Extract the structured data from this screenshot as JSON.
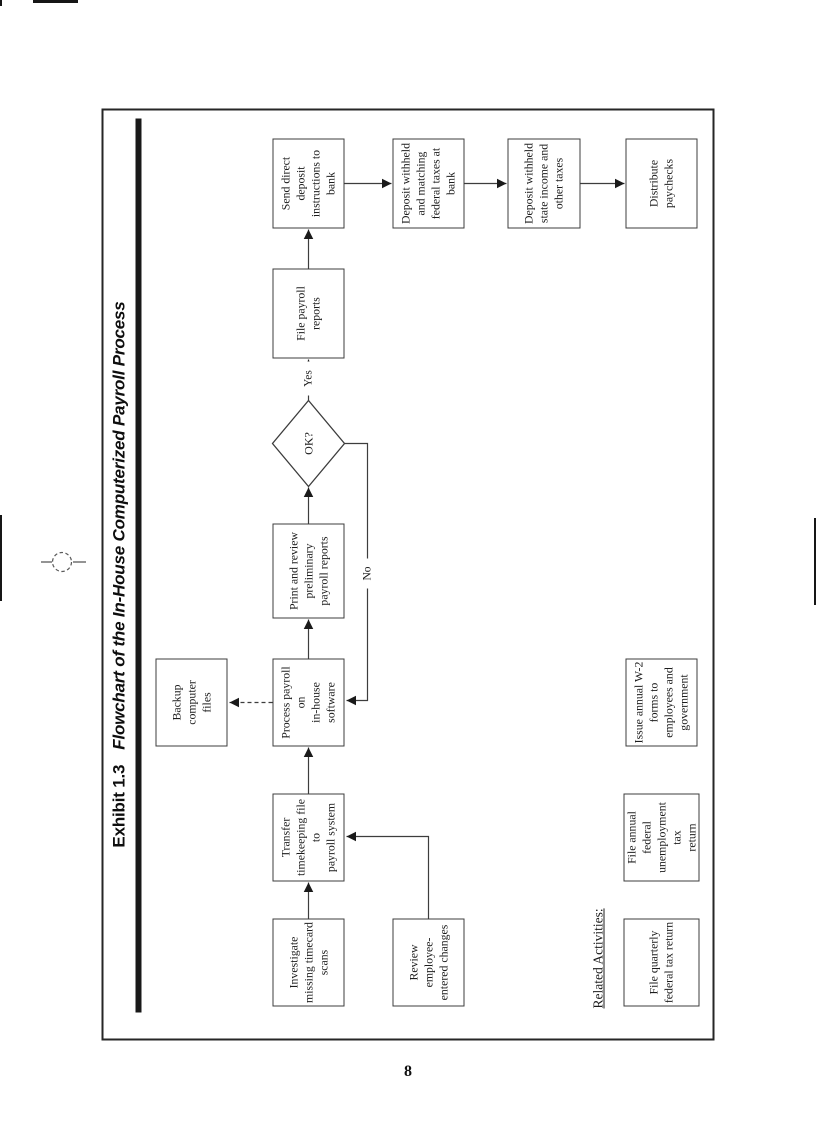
{
  "page": {
    "number": "8"
  },
  "exhibit": {
    "label": "Exhibit 1.3",
    "title": "Flowchart of the In-House Computerized Payroll Process"
  },
  "flowchart": {
    "nodes": {
      "investigate": "Investigate\nmissing timecard\nscans",
      "transfer": "Transfer\ntimekeeping file to\npayroll system",
      "process": "Process payroll on\nin-house software",
      "print_review": "Print and review\npreliminary\npayroll reports",
      "decision": "OK?",
      "file_reports": "File payroll\nreports",
      "send_direct": "Send direct\ndeposit\ninstructions to\nbank",
      "deposit_federal": "Deposit withheld\nand matching\nfederal taxes at\nbank",
      "deposit_state": "Deposit withheld\nstate income and\nother taxes",
      "distribute": "Distribute\npaychecks",
      "backup": "Backup computer\nfiles",
      "review_changes": "Review employee-\nentered changes"
    },
    "edge_labels": {
      "yes": "Yes",
      "no": "No"
    }
  },
  "related": {
    "heading": "Related Activities:",
    "items": {
      "quarterly": "File quarterly\nfederal tax return",
      "unemployment": "File annual federal\nunemployment tax\nreturn",
      "w2": "Issue annual W-2\nforms to\nemployees and\ngovernment"
    }
  },
  "colors": {
    "ink": "#1a1a1a",
    "line": "#3d3d3d"
  }
}
